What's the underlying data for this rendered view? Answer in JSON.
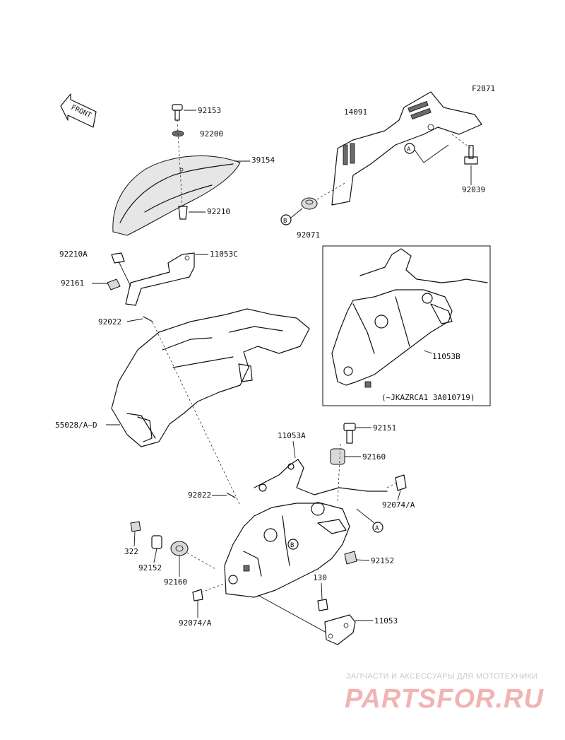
{
  "figure_code": "F2871",
  "front_arrow_text": "FRONT",
  "labels": {
    "p92153": "92153",
    "p92200": "92200",
    "p39154": "39154",
    "p92210": "92210",
    "p14091": "14091",
    "p92039": "92039",
    "p92071": "92071",
    "p92210A": "92210A",
    "p11053C": "11053C",
    "p92161": "92161",
    "p92022a": "92022",
    "p11053B": "11053B",
    "p55028": "55028/A~D",
    "p11053A": "11053A",
    "p92151": "92151",
    "p92160a": "92160",
    "p92022b": "92022",
    "p92074a": "92074/A",
    "p322": "322",
    "p92152a": "92152",
    "p92160b": "92160",
    "p92152b": "92152",
    "p130": "130",
    "p11053": "11053",
    "p92074b": "92074/A"
  },
  "inset_note": "(~JKAZRCA1 3A010719)",
  "callouts": {
    "a": "A",
    "b": "B"
  },
  "watermark": {
    "line1": "ЗАПЧАСТИ И АКСЕССУАРЫ ДЛЯ МОТОТЕХНИКИ",
    "line2": "PARTSFOR.RU"
  }
}
